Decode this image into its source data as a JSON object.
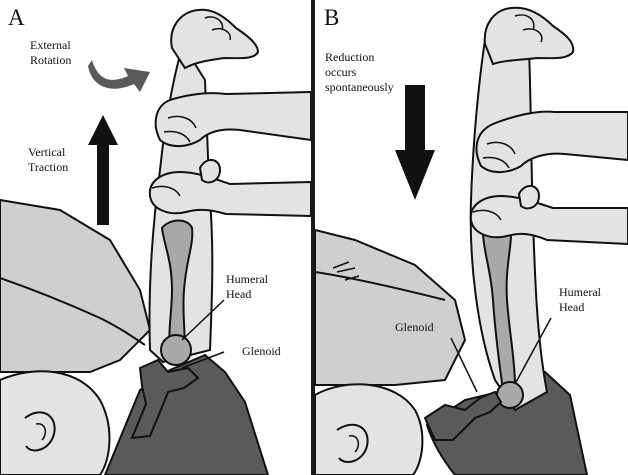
{
  "panels": [
    {
      "letter": "A",
      "labels": {
        "external_rotation": "External\nRotation",
        "vertical_traction": "Vertical\nTraction",
        "humeral_head": "Humeral\nHead",
        "glenoid": "Glenoid"
      }
    },
    {
      "letter": "B",
      "labels": {
        "reduction": "Reduction\noccurs\nspontaneously",
        "glenoid": "Glenoid",
        "humeral_head": "Humeral\nHead"
      }
    }
  ],
  "colors": {
    "background": "#ffffff",
    "bed": "#cfcfcf",
    "skin": "#e3e3e3",
    "bone": "#a9a9a9",
    "gown": "#5a5a5a",
    "outline": "#111111",
    "arrow": "#111111",
    "rotation_arrow": "#5a5a5a"
  }
}
